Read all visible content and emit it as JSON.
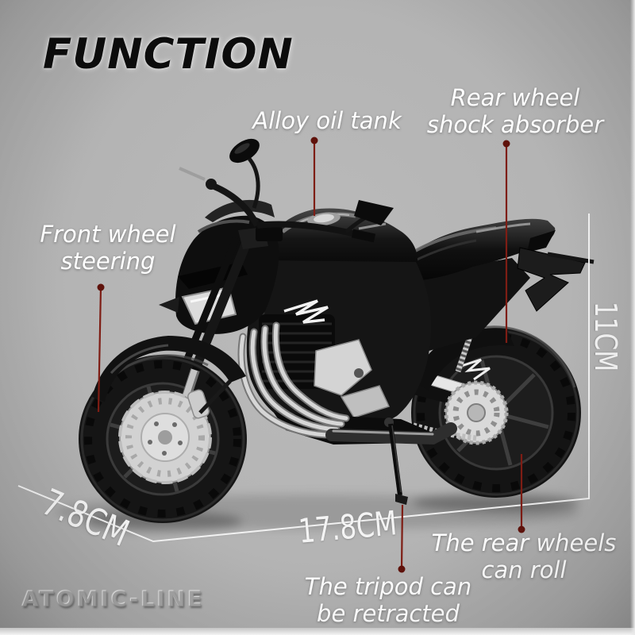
{
  "title": "FUNCTION",
  "watermark": "ATOMIC-LINE",
  "callouts": {
    "alloy_oil_tank": "Alloy oil tank",
    "rear_shock": [
      "Rear wheel",
      "shock absorber"
    ],
    "front_steering": [
      "Front wheel",
      "steering"
    ],
    "rear_roll": [
      "The rear wheels",
      "can roll"
    ],
    "tripod": [
      "The tripod can",
      "be retracted"
    ]
  },
  "dimensions": {
    "depth": "7.8CM",
    "length": "17.8CM",
    "height": "11CM"
  },
  "colors": {
    "background": "#b5b5b5",
    "callout_line": "#7e1d14",
    "callout_dot": "#5f120b",
    "dimension_line": "#f4f4f4",
    "label_text": "#ffffff",
    "title_text": "#0c0c0c"
  },
  "subject": {
    "description": "Black diecast naked sport motorcycle model with chrome exhaust, deployed kickstand"
  }
}
